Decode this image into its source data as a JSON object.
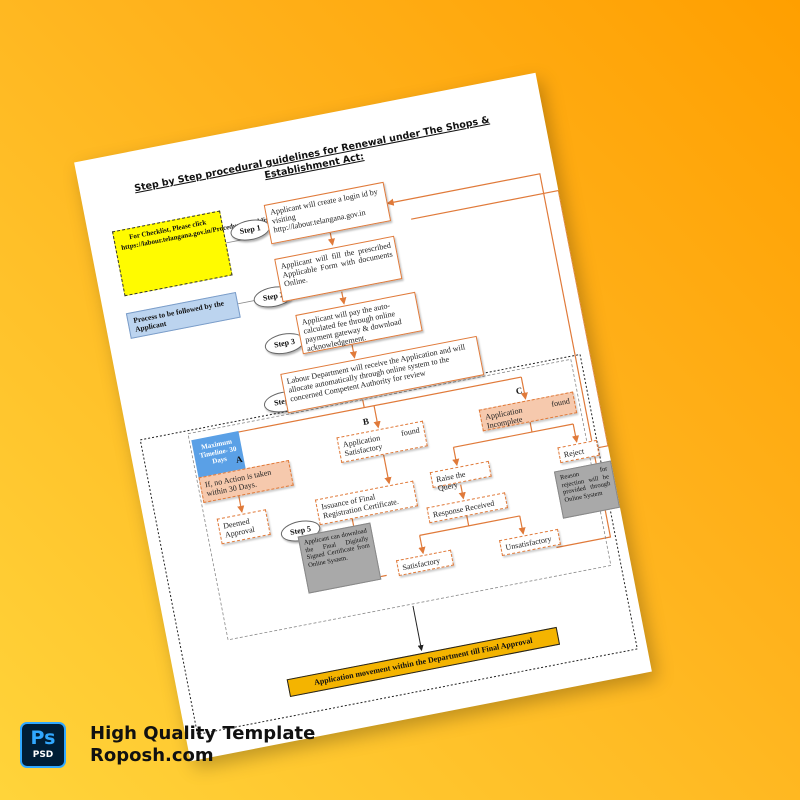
{
  "document": {
    "title": "Step by Step procedural guidelines for Renewal under The Shops & Establishment Act:",
    "checklist_note": "For Checklist, Please click https://labour.telangana.gov.in/ProcedureChecklist.do",
    "process_label": "Process to be followed by the Applicant",
    "max_timeline": "Maximum Timeline- 30 Days",
    "steps": {
      "step1": "Step 1",
      "step2": "Step 2",
      "step3": "Step 3",
      "step4": "Step4",
      "step5": "Step 5"
    },
    "boxes": {
      "login": "Applicant will create a login id by visiting http://labour.telangana.gov.in",
      "fill_form": "Applicant will fill the prescribed Applicable Form with documents Online.",
      "pay_fee": "Applicant will pay the auto-calculated fee through online payment gateway & download acknowledgement.",
      "department": "Labour Department will receive the Application and will allocate automatically through online system to the concerned Competent Authority for review",
      "no_action": "If, no Action is taken within 30 Days.",
      "satisfactory_found": "Application found Satisfactory",
      "incomplete_found": "Application found Incomplete",
      "deemed": "Deemed Approval",
      "issuance": "Issuance of Final Registration Certificate.",
      "raise_query": "Raise the Query",
      "reject": "Reject",
      "response": "Response Received",
      "satisfactory": "Satisfactory",
      "unsatisfactory": "Unsatisfactory"
    },
    "letters": {
      "a": "A",
      "b": "B",
      "c": "C"
    },
    "notes": {
      "download": "Applicant can download the Final Digitally Signed Certificate from Online System.",
      "reason": "Reason for rejection will be provided through Online System"
    },
    "bottom_bar": "Application movement within the Department till Final Approval"
  },
  "branding": {
    "icon_line1": "Ps",
    "icon_line2": "PSD",
    "line1": "High Quality Template",
    "line2": "Roposh.com"
  },
  "colors": {
    "background": "#ffb21c",
    "box_border": "#e07a3a",
    "checklist": "#fffb00",
    "process": "#bcd4ef",
    "timeline": "#5aa0e6",
    "bottom_bar": "#f4b400",
    "ps_blue": "#31a8ff"
  }
}
